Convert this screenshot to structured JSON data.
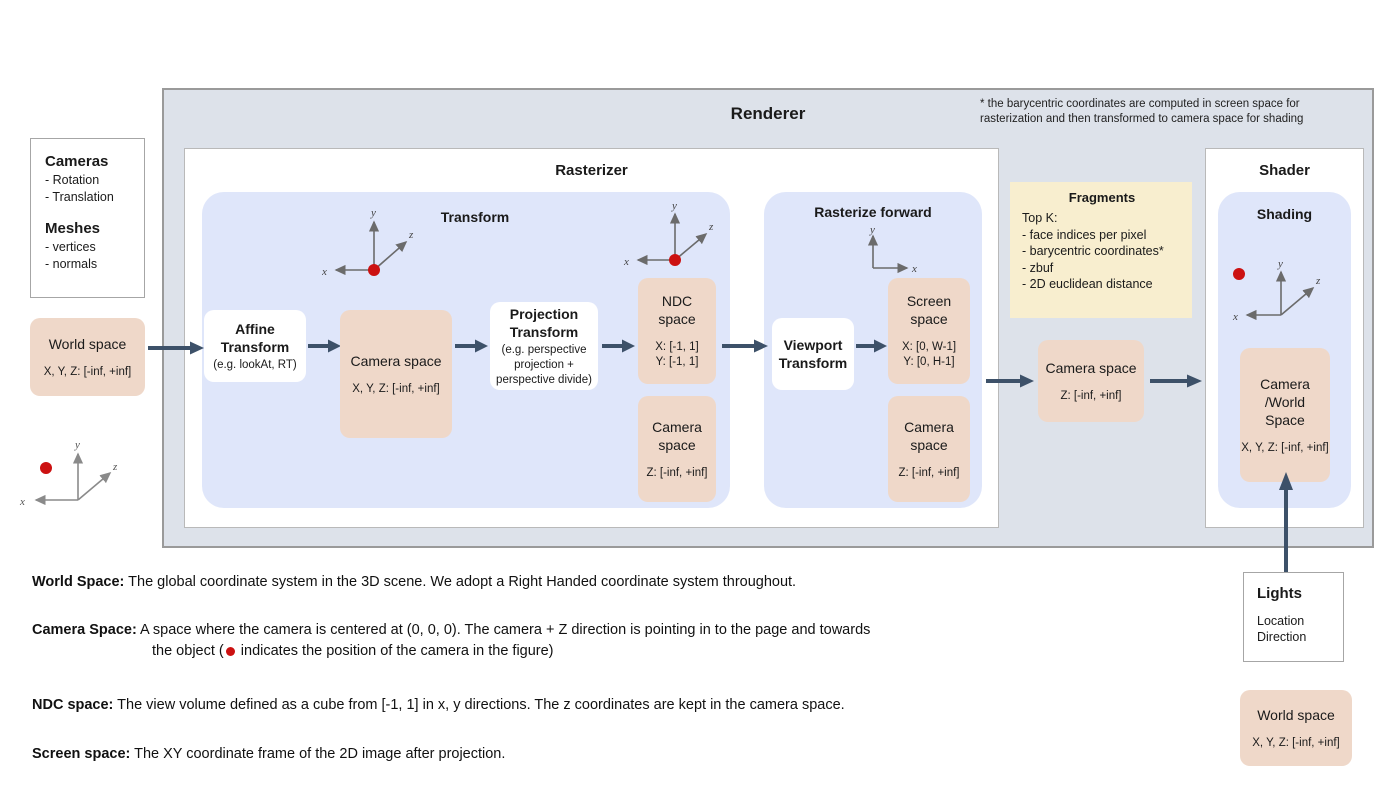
{
  "colors": {
    "renderer_bg": "#dde2ea",
    "group_blue": "#dfe6fa",
    "box_peach": "#efd8c9",
    "fragments_yellow": "#f8eecf",
    "arrow": "#3d5169",
    "camera_dot_red": "#cc1111",
    "panel_white": "#ffffff"
  },
  "renderer": {
    "title": "Renderer",
    "footnote": "* the barycentric coordinates are computed in screen space for rasterization and then transformed to camera space for shading"
  },
  "legend": {
    "cameras_head": "Cameras",
    "cameras_items": [
      "- Rotation",
      "- Translation"
    ],
    "meshes_head": "Meshes",
    "meshes_items": [
      "- vertices",
      "- normals"
    ]
  },
  "world_space_input": {
    "title": "World space",
    "range": "X, Y, Z: [-inf, +inf]"
  },
  "axis_labels": {
    "x": "x",
    "y": "y",
    "z": "z"
  },
  "rasterizer": {
    "title": "Rasterizer",
    "transform_group": {
      "title": "Transform",
      "affine": {
        "title_line1": "Affine",
        "title_line2": "Transform",
        "sub": "(e.g. lookAt, RT)"
      },
      "camera_space": {
        "title": "Camera space",
        "range": "X, Y, Z: [-inf, +inf]"
      },
      "projection": {
        "title_line1": "Projection",
        "title_line2": "Transform",
        "sub_line1": "(e.g. perspective",
        "sub_line2": "projection +",
        "sub_line3": "perspective divide)"
      },
      "ndc": {
        "title_line1": "NDC",
        "title_line2": "space",
        "range_x": "X: [-1, 1]",
        "range_y": "Y: [-1, 1]"
      },
      "camera_space_z": {
        "title_line1": "Camera",
        "title_line2": "space",
        "range": "Z: [-inf, +inf]"
      }
    },
    "rasterize_forward_group": {
      "title": "Rasterize forward",
      "viewport": {
        "title_line1": "Viewport",
        "title_line2": "Transform"
      },
      "screen_space": {
        "title_line1": "Screen",
        "title_line2": "space",
        "range_x": "X: [0, W-1]",
        "range_y": "Y: [0,  H-1]"
      },
      "camera_space_z": {
        "title_line1": "Camera",
        "title_line2": "space",
        "range": "Z: [-inf, +inf]"
      }
    }
  },
  "fragments": {
    "title": "Fragments",
    "lines": [
      "Top K:",
      "- face indices per pixel",
      "- barycentric coordinates*",
      "- zbuf",
      "- 2D euclidean distance"
    ]
  },
  "camera_space_bridge": {
    "title": "Camera space",
    "range": "Z: [-inf, +inf]"
  },
  "shader": {
    "title": "Shader",
    "shading_title": "Shading",
    "camera_world": {
      "title_line1": "Camera",
      "title_line2": "/World",
      "title_line3": "Space",
      "range": "X, Y, Z: [-inf, +inf]"
    }
  },
  "lights": {
    "title": "Lights",
    "items": [
      "Location",
      "Direction"
    ]
  },
  "world_space_lights": {
    "title": "World space",
    "range": "X, Y, Z: [-inf, +inf]"
  },
  "descriptions": {
    "world_label": "World Space:",
    "world_text": " The global coordinate system in the 3D scene. We adopt a Right Handed coordinate system throughout.",
    "camera_label": "Camera Space:",
    "camera_text": " A space where the camera is centered at (0, 0, 0). The camera + Z direction is pointing in to the page and towards",
    "camera_text_2a": "the object (",
    "camera_text_2b": " indicates the position of the camera in the figure)",
    "ndc_label": "NDC space:",
    "ndc_text": " The view volume defined as a cube from [-1, 1] in x, y directions. The z coordinates are kept in the camera space.",
    "screen_label": "Screen space:",
    "screen_text": " The XY coordinate frame of the 2D image after projection."
  }
}
